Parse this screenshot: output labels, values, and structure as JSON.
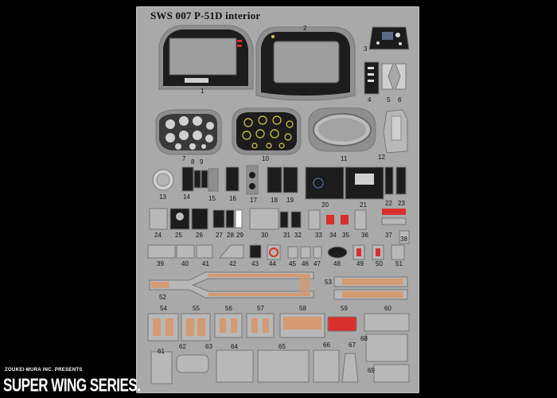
{
  "sheet": {
    "title": "SWS 007 P-51D interior",
    "part_numbers": [
      "1",
      "2",
      "3",
      "4",
      "5",
      "6",
      "7",
      "8",
      "9",
      "10",
      "11",
      "12",
      "13",
      "14",
      "15",
      "16",
      "17",
      "18",
      "19",
      "20",
      "21",
      "22",
      "23",
      "24",
      "25",
      "26",
      "27",
      "28",
      "29",
      "30",
      "31",
      "32",
      "33",
      "34",
      "35",
      "36",
      "37",
      "38",
      "39",
      "40",
      "41",
      "42",
      "43",
      "44",
      "45",
      "46",
      "47",
      "48",
      "49",
      "50",
      "51",
      "52",
      "53",
      "54",
      "55",
      "56",
      "57",
      "58",
      "59",
      "60",
      "61",
      "62",
      "63",
      "64",
      "65",
      "66",
      "67",
      "68",
      "69"
    ]
  },
  "brand": {
    "maker": "ZOUKEI-MURA INC. PRESENTS",
    "series": "SUPER WING SERIES."
  },
  "colors": {
    "background": "#000000",
    "fret": "#a9a9a9",
    "panel_dark": "#1c1c1c",
    "panel_frame": "#8f8f8f",
    "instrument": "#d8d8d8",
    "copper": "#d49a72",
    "red_part": "#d9302c"
  }
}
